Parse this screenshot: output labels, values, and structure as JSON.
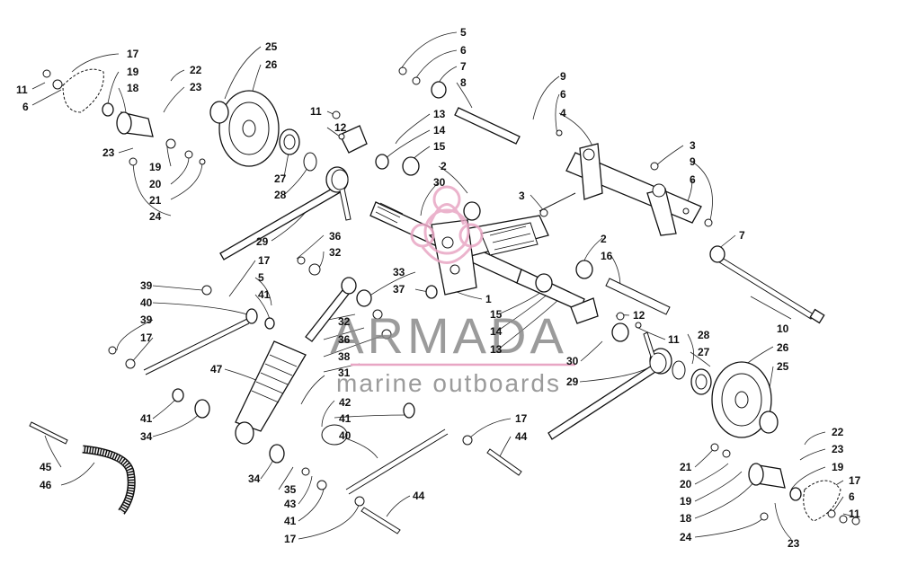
{
  "watermark": {
    "brand": "ARMADA",
    "tagline": "marine outboards",
    "color": "#e8a6c4",
    "text_color": "#7a7a7a"
  },
  "callouts": {
    "c1": "1",
    "c2a": "2",
    "c2b": "2",
    "c3a": "3",
    "c3b": "3",
    "c4": "4",
    "c5a": "5",
    "c5b": "5",
    "c6a": "6",
    "c6b": "6",
    "c6c": "6",
    "c6d": "6",
    "c7a": "7",
    "c7b": "7",
    "c8": "8",
    "c9a": "9",
    "c9b": "9",
    "c10": "10",
    "c11a": "11",
    "c11b": "11",
    "c11c": "11",
    "c11d": "11",
    "c12a": "12",
    "c12b": "12",
    "c13a": "13",
    "c13b": "13",
    "c14a": "14",
    "c14b": "14",
    "c15a": "15",
    "c15b": "15",
    "c16": "16",
    "c17a": "17",
    "c17b": "17",
    "c17c": "17",
    "c17d": "17",
    "c17e": "17",
    "c17f": "17",
    "c18a": "18",
    "c18b": "18",
    "c19a": "19",
    "c19b": "19",
    "c19c": "19",
    "c19d": "19",
    "c20a": "20",
    "c20b": "20",
    "c21a": "21",
    "c21b": "21",
    "c22a": "22",
    "c22b": "22",
    "c23a": "23",
    "c23b": "23",
    "c23c": "23",
    "c23d": "23",
    "c24a": "24",
    "c24b": "24",
    "c25a": "25",
    "c25b": "25",
    "c26a": "26",
    "c26b": "26",
    "c27a": "27",
    "c27b": "27",
    "c28a": "28",
    "c28b": "28",
    "c29a": "29",
    "c29b": "29",
    "c30a": "30",
    "c30b": "30",
    "c31": "31",
    "c32a": "32",
    "c32b": "32",
    "c33": "33",
    "c34a": "34",
    "c34b": "34",
    "c35": "35",
    "c36a": "36",
    "c36b": "36",
    "c37": "37",
    "c38": "38",
    "c39a": "39",
    "c39b": "39",
    "c40a": "40",
    "c40b": "40",
    "c41a": "41",
    "c41b": "41",
    "c41c": "41",
    "c41d": "41",
    "c42": "42",
    "c43": "43",
    "c44a": "44",
    "c44b": "44",
    "c45": "45",
    "c46": "46",
    "c47": "47"
  }
}
